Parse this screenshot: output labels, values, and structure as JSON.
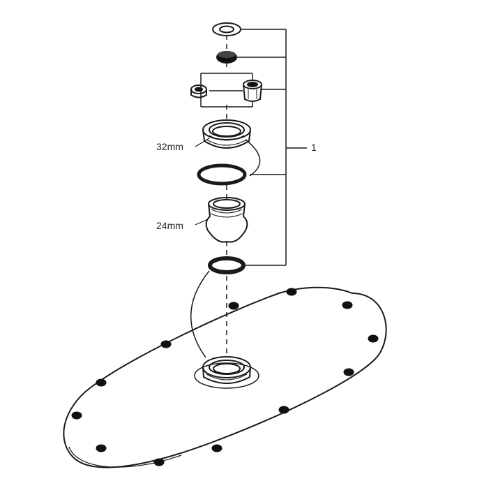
{
  "labels": {
    "size_upper": "32mm",
    "size_lower": "24mm",
    "assembly_number": "1"
  },
  "colors": {
    "line": "#1a1a1a",
    "background": "#ffffff",
    "fill_dark": "#111111"
  }
}
